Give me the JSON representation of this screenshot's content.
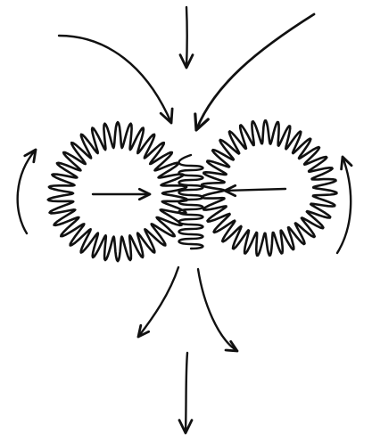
{
  "figure": {
    "kind": "hand-drawn sketch",
    "ink_color": "#111111",
    "background_color": "#ffffff",
    "gear_count": 2,
    "gear_tooth_count": 34,
    "inflow_arrow_count": 3,
    "side_arrow_count": 2,
    "inner_arrow_count": 2,
    "outflow_arrow_count": 3
  }
}
